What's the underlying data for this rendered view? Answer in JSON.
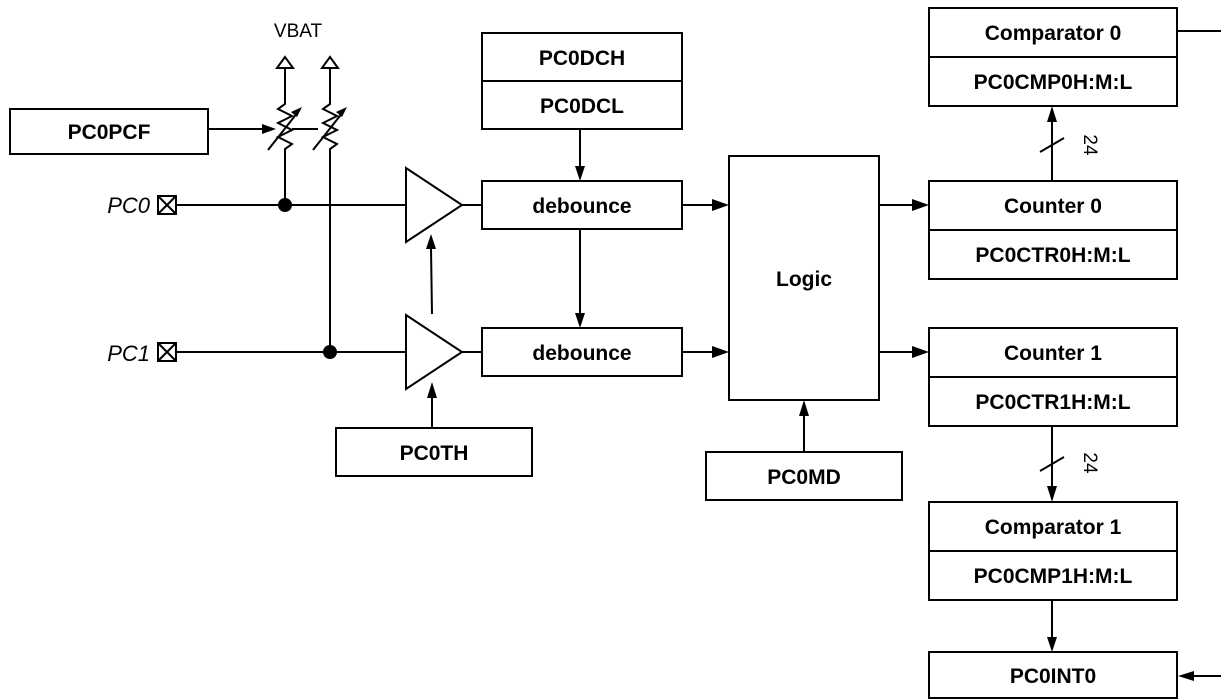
{
  "supply": {
    "label": "VBAT"
  },
  "pins": [
    {
      "label": "PC0"
    },
    {
      "label": "PC1"
    }
  ],
  "blocks": {
    "pcf": "PC0PCF",
    "dch": "PC0DCH",
    "dcl": "PC0DCL",
    "debounce0": "debounce",
    "debounce1": "debounce",
    "th": "PC0TH",
    "logic": "Logic",
    "md": "PC0MD",
    "comp0": "Comparator 0",
    "cmp0reg": "PC0CMP0H:M:L",
    "counter0": "Counter 0",
    "ctr0reg": "PC0CTR0H:M:L",
    "counter1": "Counter 1",
    "ctr1reg": "PC0CTR1H:M:L",
    "comp1": "Comparator 1",
    "cmp1reg": "PC0CMP1H:M:L",
    "int0": "PC0INT0"
  },
  "bus_widths": {
    "upper": "24",
    "lower": "24"
  },
  "colors": {
    "line": "#000000",
    "fill": "#ffffff"
  }
}
